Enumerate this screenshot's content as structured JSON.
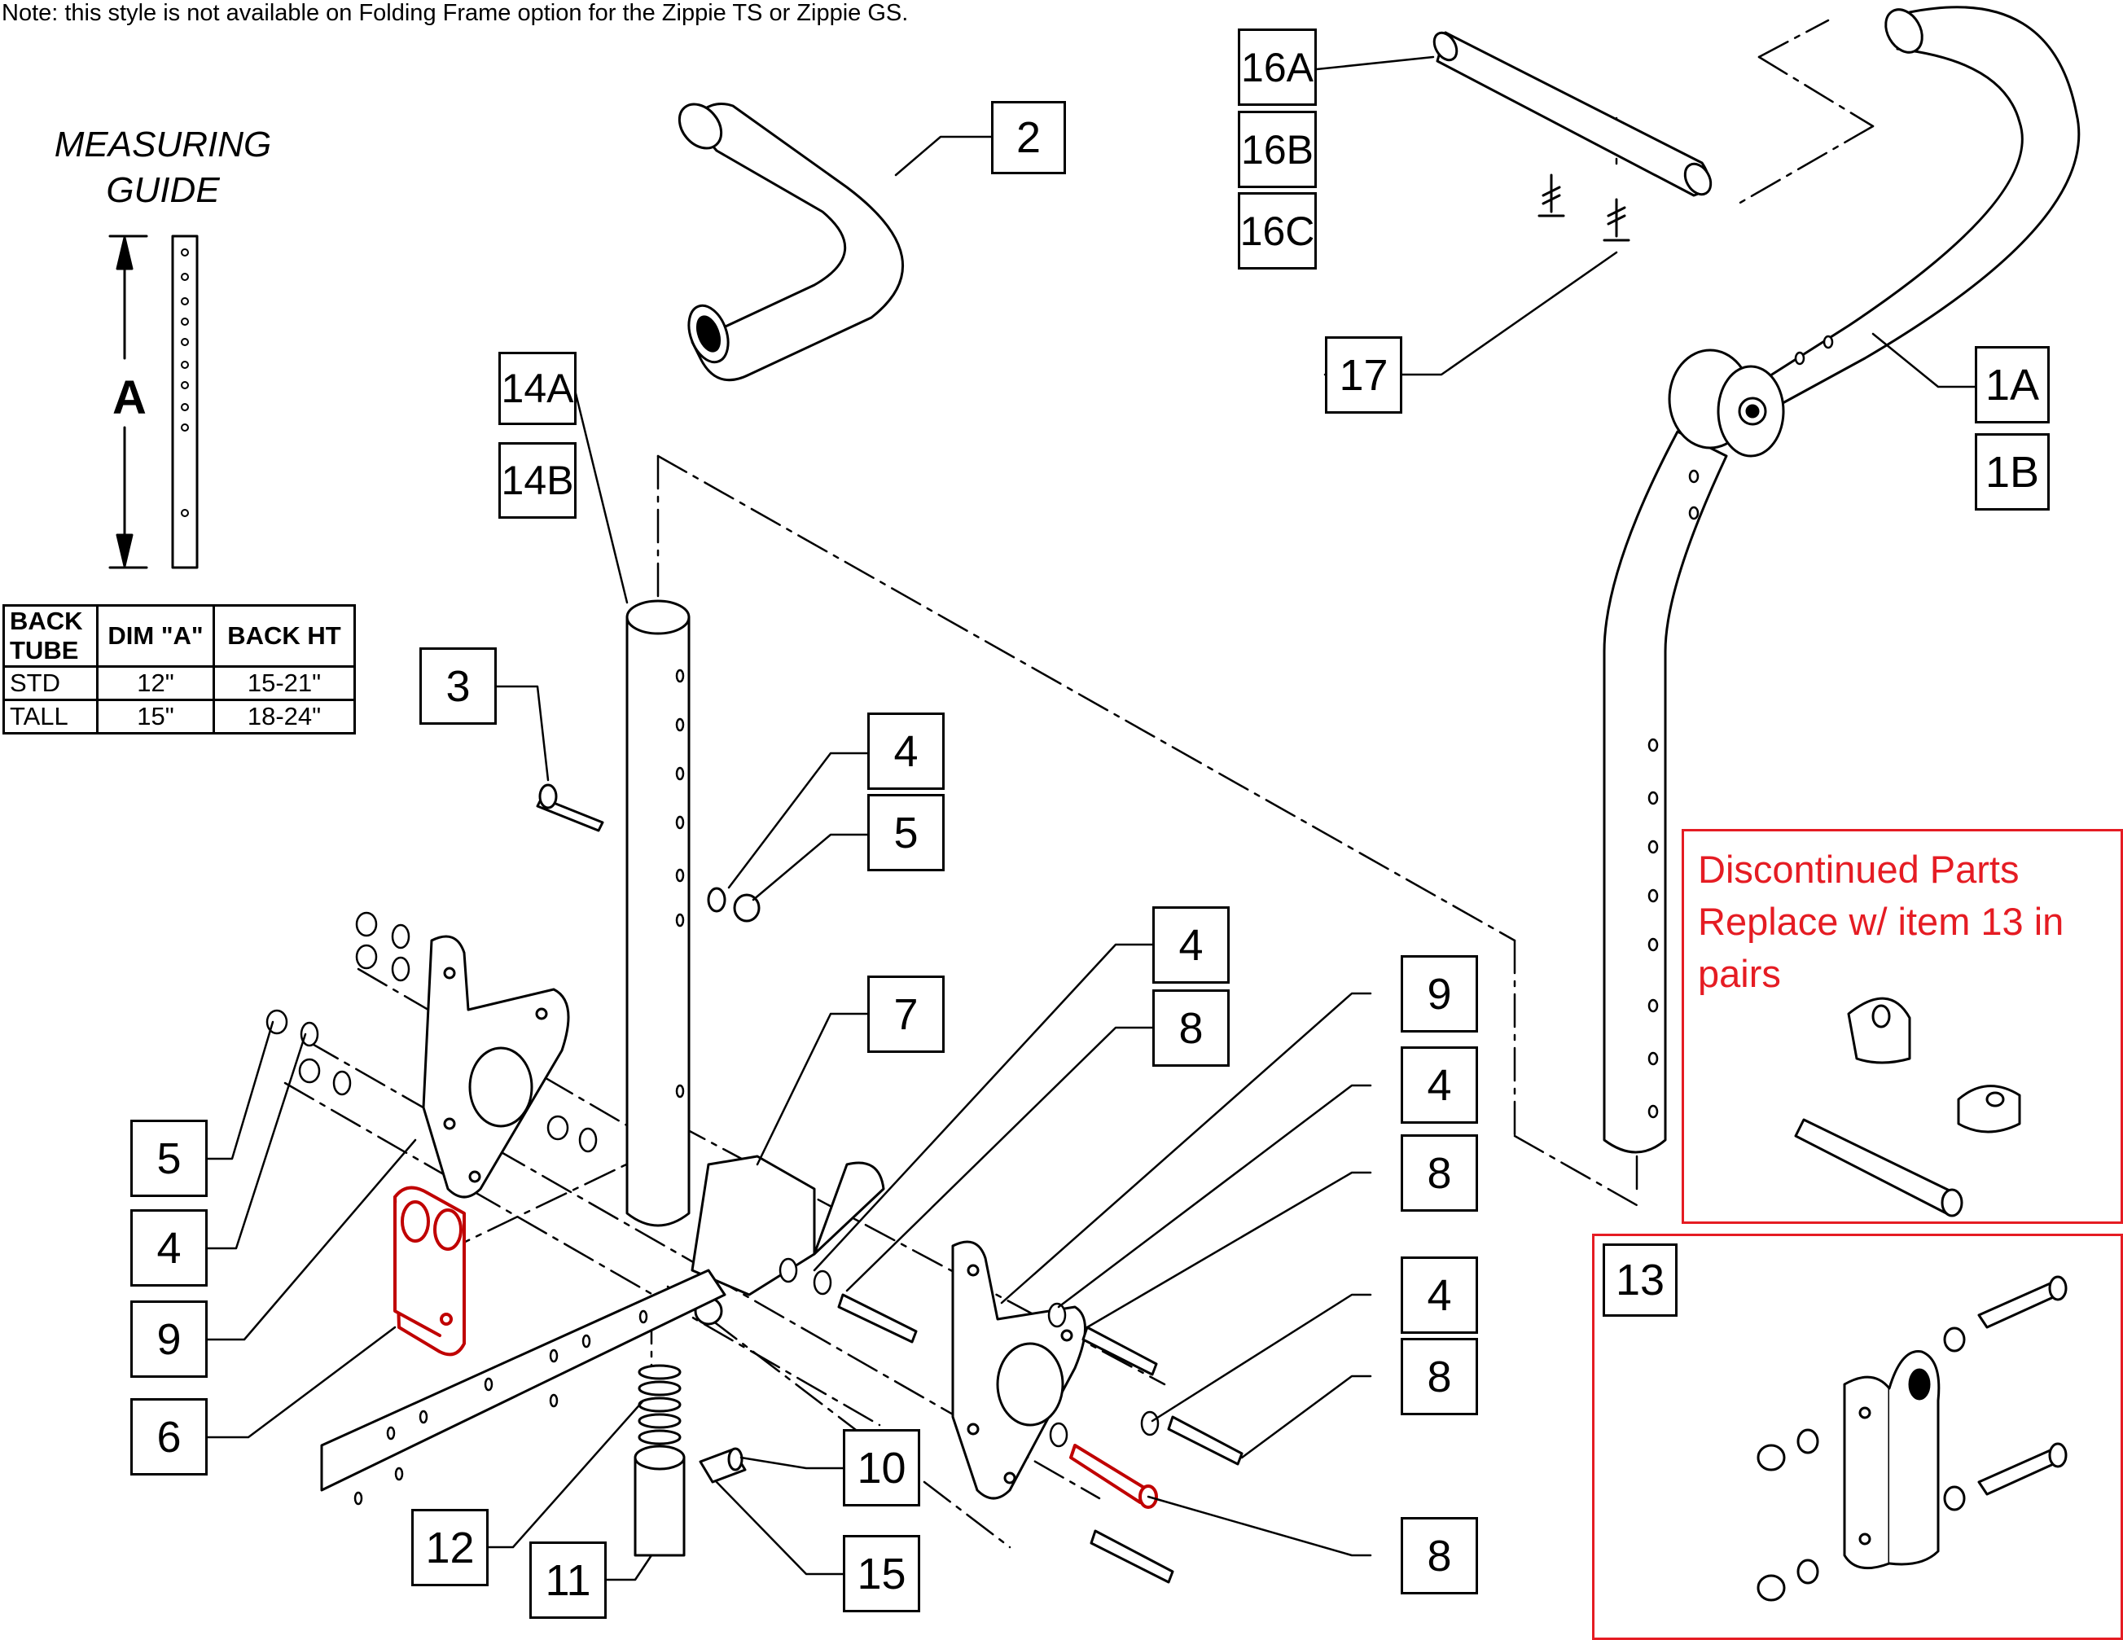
{
  "note": "Note: this style is not available on Folding Frame option for the Zippie TS or Zippie GS.",
  "measuring_guide": {
    "title_line1": "MEASURING",
    "title_line2": "GUIDE",
    "dimension_label": "A"
  },
  "back_table": {
    "headers": [
      "BACK TUBE",
      "DIM \"A\"",
      "BACK HT"
    ],
    "rows": [
      [
        "STD",
        "12\"",
        "15-21\""
      ],
      [
        "TALL",
        "15\"",
        "18-24\""
      ]
    ]
  },
  "discontinued": {
    "line1": "Discontinued Parts",
    "line2": "Replace w/ item 13 in",
    "line3": "pairs",
    "color": "#e51c23"
  },
  "callouts": {
    "c2": "2",
    "c14a": "14A",
    "c14b": "14B",
    "c16a": "16A",
    "c16b": "16B",
    "c16c": "16C",
    "c17": "17",
    "c1a": "1A",
    "c1b": "1B",
    "c3": "3",
    "c4_top": "4",
    "c5_top": "5",
    "c4_mid": "4",
    "c8_mid": "8",
    "c7": "7",
    "c9_right": "9",
    "c4_right1": "4",
    "c8_right1": "8",
    "c4_right2": "4",
    "c8_right2": "8",
    "c8_right3": "8",
    "c5_left": "5",
    "c4_left": "4",
    "c9_left": "9",
    "c6": "6",
    "c12": "12",
    "c11": "11",
    "c10": "10",
    "c15": "15",
    "c13": "13"
  }
}
